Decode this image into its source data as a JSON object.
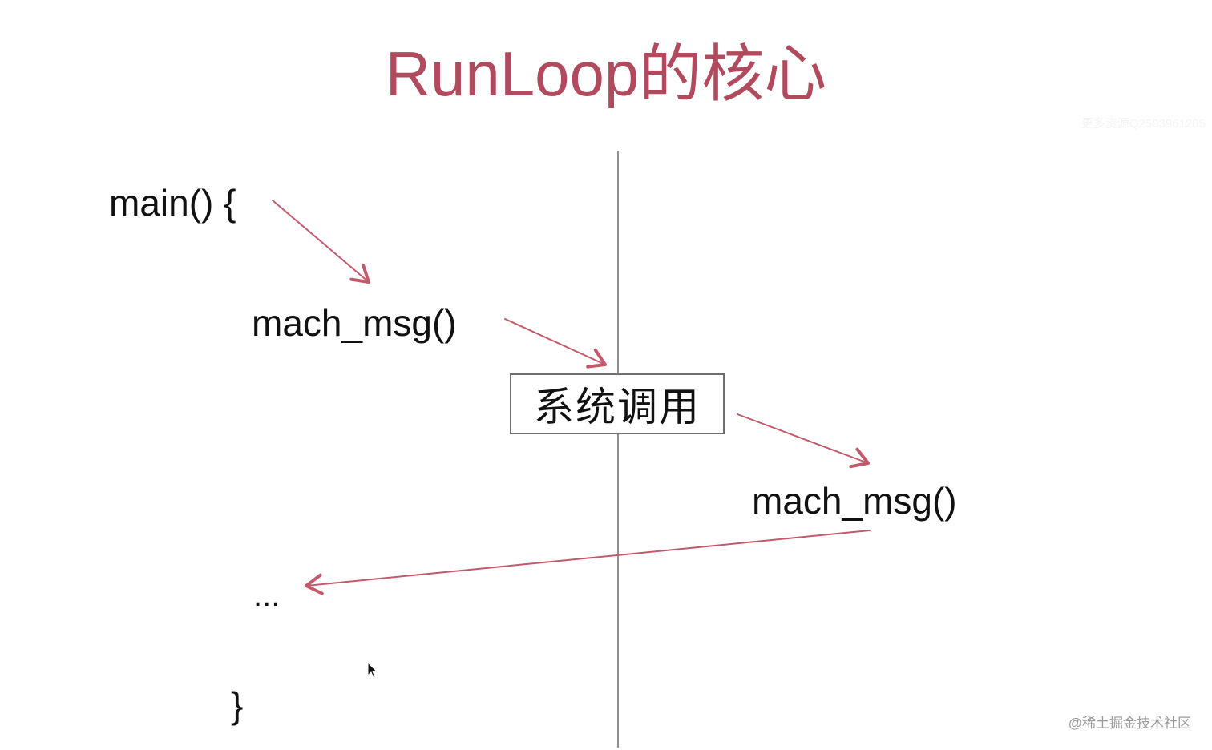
{
  "slide": {
    "title": "RunLoop的核心",
    "title_color": "#b24a5e",
    "arrow_color": "#c25a6c",
    "watermark_top": "更多资源Q2503961205",
    "watermark_bottom": "@稀土掘金技术社区"
  },
  "diagram": {
    "left_side": {
      "main_open": "main() {",
      "mach_msg_call": "mach_msg()",
      "ellipsis": "...",
      "close_brace": "}"
    },
    "boundary": {
      "label": "系统调用"
    },
    "right_side": {
      "mach_msg_kernel": "mach_msg()"
    },
    "flow": [
      {
        "from": "main() {",
        "to": "mach_msg()"
      },
      {
        "from": "mach_msg()",
        "to": "系统调用"
      },
      {
        "from": "系统调用",
        "to": "mach_msg() (kernel)"
      },
      {
        "from": "mach_msg() (kernel)",
        "to": "..."
      }
    ]
  }
}
